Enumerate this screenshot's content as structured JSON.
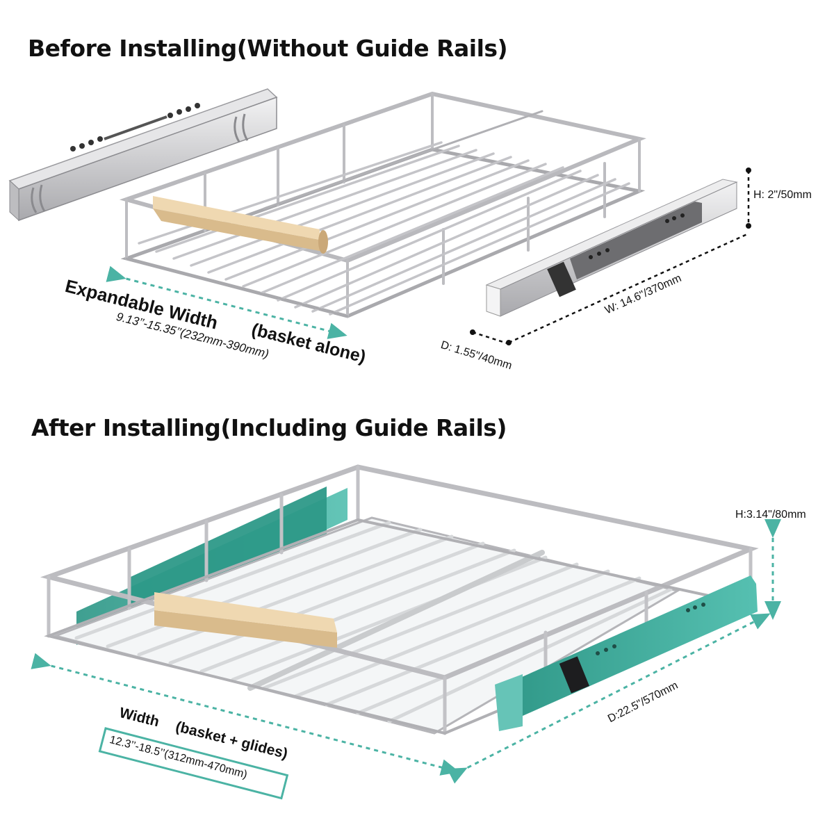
{
  "colors": {
    "accent_teal": "#4bb3a4",
    "rail_teal": "#3aa596",
    "wood": "#e9cfa6",
    "metal": "#c7c7c9",
    "dim_line": "#111111"
  },
  "before": {
    "title": "Before Installing(Without Guide Rails)",
    "expandable_width_label": "Expandable Width",
    "expandable_width_range": "9.13’’-15.35’’(232mm-390mm)",
    "expandable_width_note": "(basket alone)",
    "rail_height": "H: 2\"/50mm",
    "rail_width": "W: 14.6\"/370mm",
    "rail_depth": "D: 1.55\"/40mm"
  },
  "after": {
    "title": "After Installing(Including Guide Rails)",
    "width_label": "Width",
    "width_note": "(basket + glides)",
    "width_range": "12.3’’-18.5’’(312mm-470mm)",
    "height": "H:3.14\"/80mm",
    "depth": "D:22.5\"/570mm"
  }
}
